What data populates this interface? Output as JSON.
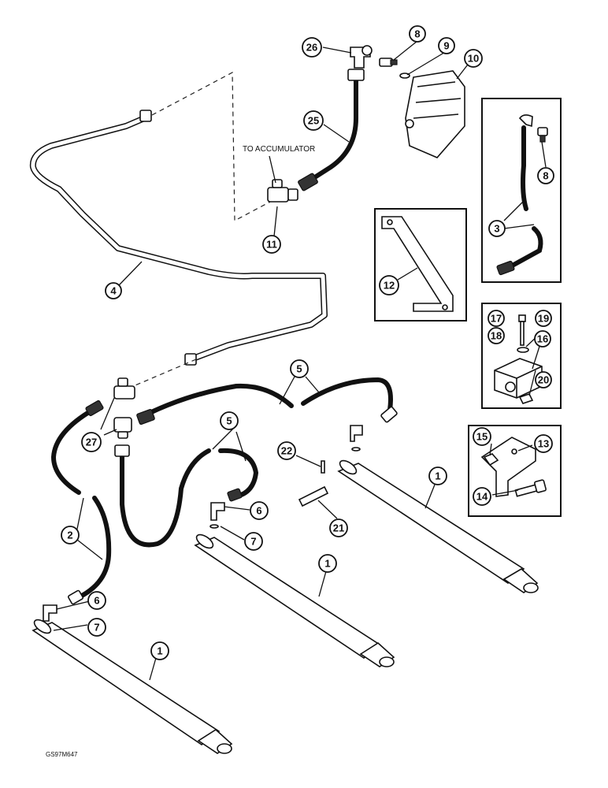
{
  "diagram": {
    "label_to_accumulator": "TO ACCUMULATOR",
    "drawing_code": "GS97M647",
    "callouts": {
      "c1a": "1",
      "c1b": "1",
      "c1c": "1",
      "c2": "2",
      "c3": "3",
      "c4": "4",
      "c5a": "5",
      "c5b": "5",
      "c6a": "6",
      "c6b": "6",
      "c7a": "7",
      "c7b": "7",
      "c8a": "8",
      "c8b": "8",
      "c9": "9",
      "c10": "10",
      "c11": "11",
      "c12": "12",
      "c13": "13",
      "c14": "14",
      "c15": "15",
      "c16": "16",
      "c17": "17",
      "c18": "18",
      "c19": "19",
      "c20": "20",
      "c21": "21",
      "c22": "22",
      "c25": "25",
      "c26": "26",
      "c27": "27"
    }
  }
}
